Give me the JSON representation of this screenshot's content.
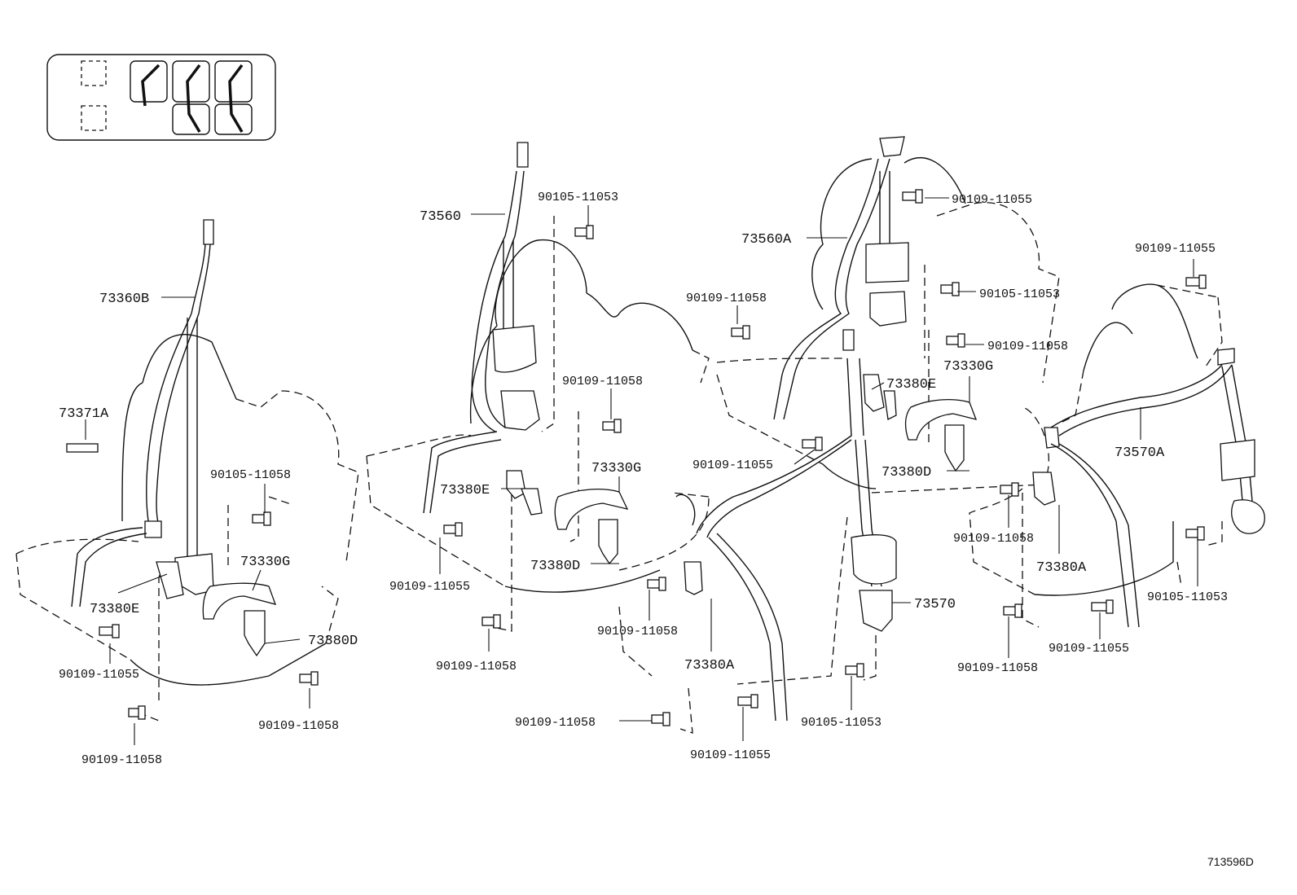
{
  "labels": {
    "l_73360B": "73360B",
    "l_73371A": "73371A",
    "l_73380E_1": "73380E",
    "l_73330G_1": "73330G",
    "l_73380D_1": "73380D",
    "l_90105_11058": "90105-11058",
    "l_90109_11055_a": "90109-11055",
    "l_90109_11058_a": "90109-11058",
    "l_90109_11058_b": "90109-11058",
    "l_73560": "73560",
    "l_90105_11053_a": "90105-11053",
    "l_90109_11058_c": "90109-11058",
    "l_73330G_2": "73330G",
    "l_73380E_2": "73380E",
    "l_73380D_2": "73380D",
    "l_90109_11055_b": "90109-11055",
    "l_90109_11058_d": "90109-11058",
    "l_90109_11058_e": "90109-11058",
    "l_73380A_1": "73380A",
    "l_90109_11058_f": "90109-11058",
    "l_90109_11055_c": "90109-11055",
    "l_73560A": "73560A",
    "l_90109_11055_d": "90109-11055",
    "l_90105_11053_b": "90105-11053",
    "l_90109_11058_g": "90109-11058",
    "l_90109_11058_h": "90109-11058",
    "l_73330G_3": "73330G",
    "l_73380E_3": "73380E",
    "l_90109_11055_e": "90109-11055",
    "l_73380D_3": "73380D",
    "l_73570": "73570",
    "l_90105_11053_c": "90105-11053",
    "l_90109_11055_f": "90109-11055",
    "l_73570A": "73570A",
    "l_90109_11058_i": "90109-11058",
    "l_73380A_2": "73380A",
    "l_90105_11053_d": "90105-11053",
    "l_90109_11058_j": "90109-11058",
    "l_90109_11055_g": "90109-11055"
  },
  "figure_id": "713596D"
}
